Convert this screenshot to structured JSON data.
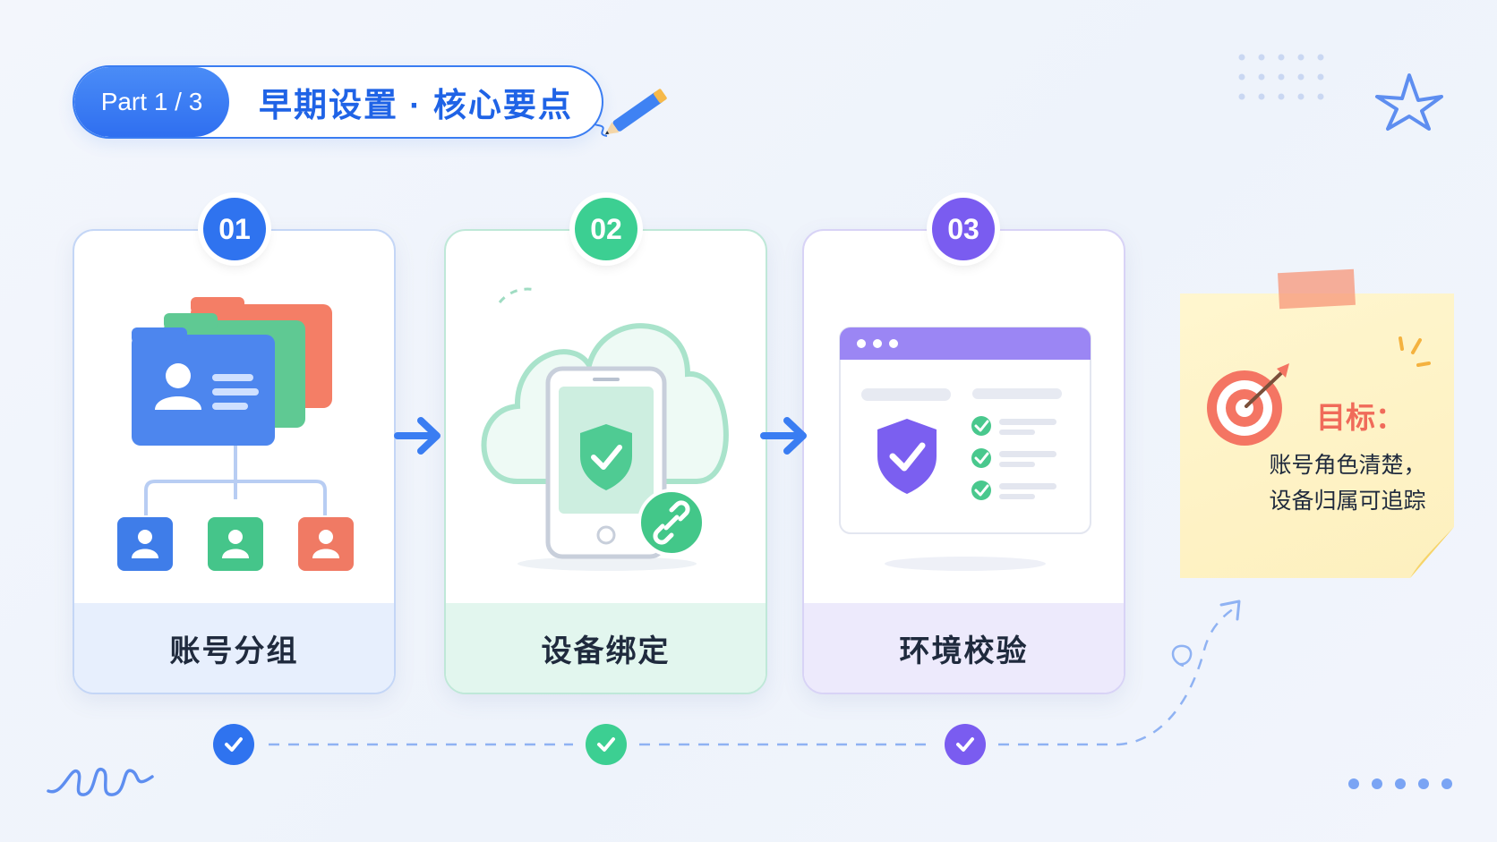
{
  "header": {
    "part_label": "Part 1 / 3",
    "title": "早期设置 · 核心要点"
  },
  "steps": [
    {
      "number": "01",
      "label": "账号分组",
      "color": "#2f73ef"
    },
    {
      "number": "02",
      "label": "设备绑定",
      "color": "#3ccf92"
    },
    {
      "number": "03",
      "label": "环境校验",
      "color": "#7a5cf0"
    }
  ],
  "goal": {
    "title": "目标：",
    "line1": "账号角色清楚，",
    "line2": "设备归属可追踪"
  },
  "icons": {
    "step1": "user-folders-hierarchy-icon",
    "step2": "cloud-phone-shield-link-icon",
    "step3": "browser-shield-checklist-icon",
    "goal": "target-icon",
    "decor": [
      "pencil-icon",
      "star-icon",
      "dot-grid",
      "squiggle"
    ]
  },
  "colors": {
    "primary": "#2f73ef",
    "green": "#3ccf92",
    "purple": "#7a5cf0",
    "coral": "#f06b5a"
  }
}
